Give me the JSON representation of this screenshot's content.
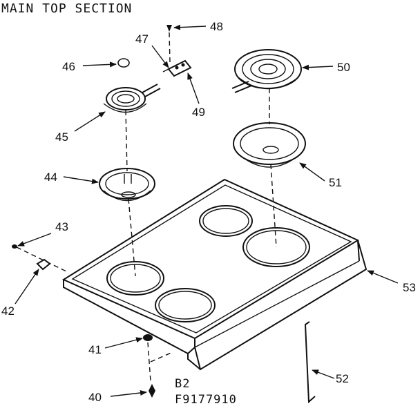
{
  "title": "MAIN TOP SECTION",
  "callouts": {
    "c40": "40",
    "c41": "41",
    "c42": "42",
    "c43": "43",
    "c44": "44",
    "c45": "45",
    "c46": "46",
    "c47": "47",
    "c48": "48",
    "c49": "49",
    "c50": "50",
    "c51": "51",
    "c52": "52",
    "c53": "53"
  },
  "code_line1": "B2",
  "code_line2": "F9177910"
}
